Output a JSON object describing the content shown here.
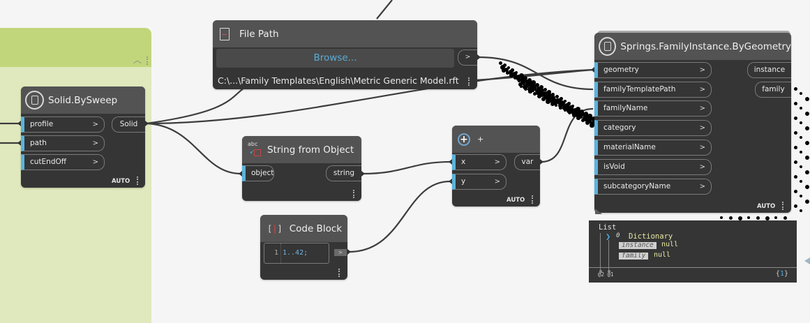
{
  "canvas": {
    "background": "#f5f5f5",
    "group": {
      "header_color": "#c1d67a",
      "body_color": "#dfe9bd",
      "collapse_icon": "chevron-up-icon"
    }
  },
  "nodes": {
    "solid_by_sweep": {
      "title": "Solid.BySweep",
      "icon": "geometry-node-icon",
      "inputs": [
        {
          "name": "profile",
          "arrow": ">"
        },
        {
          "name": "path",
          "arrow": ">"
        },
        {
          "name": "cutEndOff",
          "arrow": ">"
        }
      ],
      "outputs": [
        {
          "name": "Solid"
        }
      ],
      "lacing": "AUTO"
    },
    "file_path": {
      "title": "File Path",
      "icon": "file-icon",
      "browse_label": "Browse...",
      "output_arrow": ">",
      "path_value": "C:\\...\\Family Templates\\English\\Metric Generic Model.rft"
    },
    "string_from_object": {
      "title": "String from Object",
      "icon": "string-icon",
      "inputs": [
        {
          "name": "object"
        }
      ],
      "outputs": [
        {
          "name": "string"
        }
      ]
    },
    "add": {
      "title": "+",
      "icon": "plus-circle-icon",
      "inputs": [
        {
          "name": "x",
          "arrow": ">"
        },
        {
          "name": "y",
          "arrow": ">"
        }
      ],
      "outputs": [
        {
          "name": "var"
        }
      ],
      "lacing": "AUTO"
    },
    "code_block": {
      "title": "Code Block",
      "icon": "code-block-icon",
      "line_number": "1",
      "code": "1..42;",
      "output_arrow": ">"
    },
    "family_instance": {
      "title": "Springs.FamilyInstance.ByGeometry",
      "icon": "geometry-node-icon",
      "inputs": [
        {
          "name": "geometry",
          "arrow": ">"
        },
        {
          "name": "familyTemplatePath",
          "arrow": ">"
        },
        {
          "name": "familyName",
          "arrow": ">"
        },
        {
          "name": "category",
          "arrow": ">"
        },
        {
          "name": "materialName",
          "arrow": ">"
        },
        {
          "name": "isVoid",
          "arrow": ">"
        },
        {
          "name": "subcategoryName",
          "arrow": ">"
        }
      ],
      "outputs": [
        {
          "name": "instance"
        },
        {
          "name": "family"
        }
      ],
      "lacing": "AUTO"
    }
  },
  "preview": {
    "list_label": "List",
    "expander": "❯",
    "dict_index": "0",
    "dict_label": "Dictionary",
    "entries": [
      {
        "key": "instance",
        "value": "null"
      },
      {
        "key": "family",
        "value": "null"
      }
    ],
    "levels": "@2 @1",
    "count_prefix": "{",
    "count": "1",
    "count_suffix": "}"
  },
  "colors": {
    "node_body": "#353535",
    "node_header": "#535353",
    "port_accent": "#5ab3dc",
    "browse_text": "#59acd6",
    "preview_value": "#e7e9a4"
  }
}
